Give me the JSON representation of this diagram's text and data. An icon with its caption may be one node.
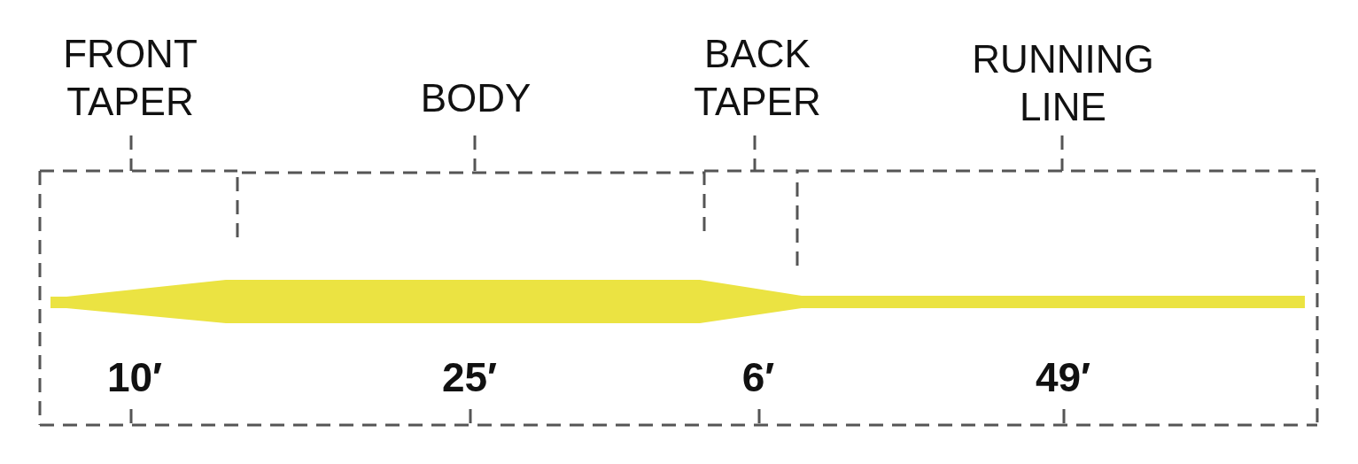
{
  "diagram": {
    "labels": [
      "FRONT TAPER",
      "BODY",
      "BACK TAPER",
      "RUNNING LINE",
      "10′",
      "25′",
      "6′",
      "49′"
    ]
  }
}
